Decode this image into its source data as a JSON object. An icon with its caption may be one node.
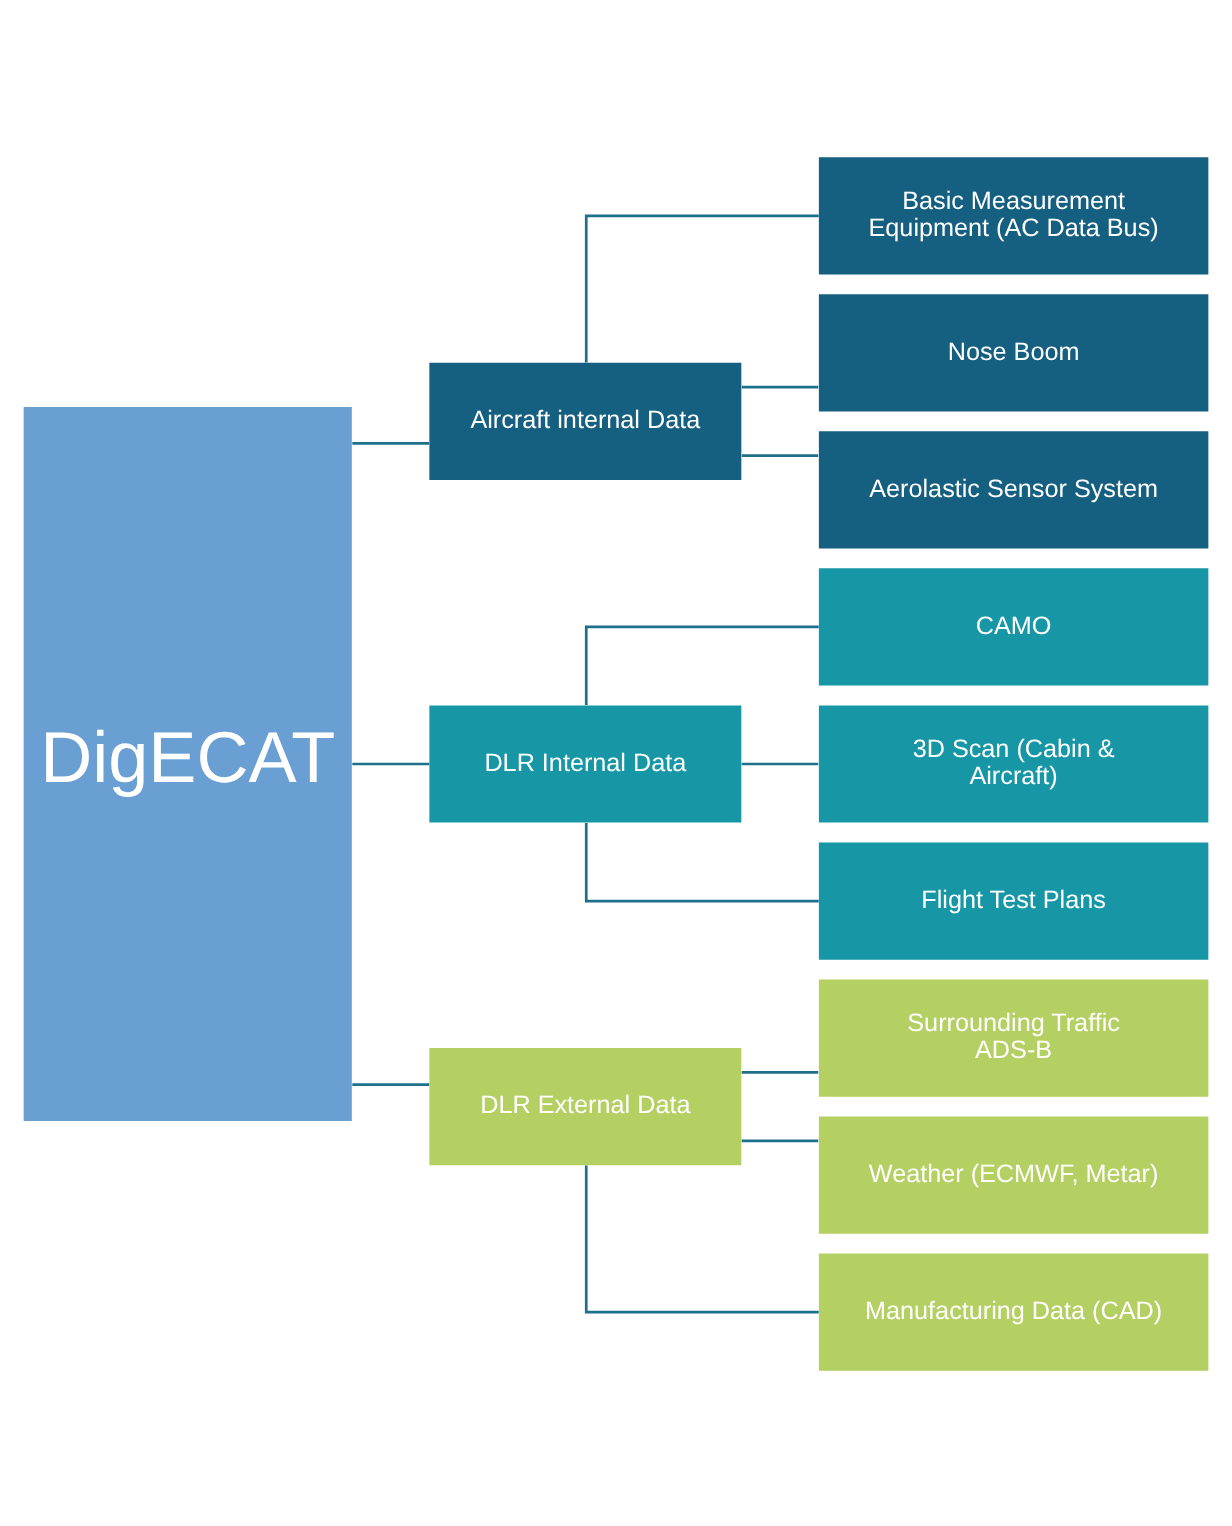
{
  "diagram": {
    "nodes": [
      {
        "text": [
          "DigECAT"
        ]
      },
      {
        "text": [
          "Aircraft internal Data"
        ]
      },
      {
        "text": [
          "Basic Measurement Equipment (AC Data Bus)"
        ]
      },
      {
        "text": [
          "Nose Boom"
        ]
      },
      {
        "text": [
          "Aerolastic Sensor System"
        ]
      },
      {
        "text": [
          "DLR Internal Data"
        ]
      },
      {
        "text": [
          "CAMO"
        ]
      },
      {
        "text": [
          "3D Scan (Cabin & Aircraft)"
        ]
      },
      {
        "text": [
          "Flight Test Plans"
        ]
      },
      {
        "text": [
          "DLR External Data"
        ]
      },
      {
        "text": [
          "Surrounding Traffic ADS-B"
        ]
      },
      {
        "text": [
          "Weather (ECMWF, Metar)"
        ]
      },
      {
        "text": [
          "Manufacturing Data (CAD)"
        ]
      }
    ],
    "edges": [
      {
        "from": 0,
        "to": 1,
        "arrow": "none"
      },
      {
        "from": 0,
        "to": 5,
        "arrow": "none"
      },
      {
        "from": 0,
        "to": 9,
        "arrow": "none"
      },
      {
        "from": 1,
        "to": 2,
        "arrow": "none"
      },
      {
        "from": 1,
        "to": 3,
        "arrow": "none"
      },
      {
        "from": 1,
        "to": 4,
        "arrow": "none"
      },
      {
        "from": 5,
        "to": 6,
        "arrow": "none"
      },
      {
        "from": 5,
        "to": 7,
        "arrow": "none"
      },
      {
        "from": 5,
        "to": 8,
        "arrow": "none"
      },
      {
        "from": 9,
        "to": 10,
        "arrow": "none"
      },
      {
        "from": 9,
        "to": 11,
        "arrow": "none"
      },
      {
        "from": 9,
        "to": 12,
        "arrow": "none"
      }
    ]
  }
}
